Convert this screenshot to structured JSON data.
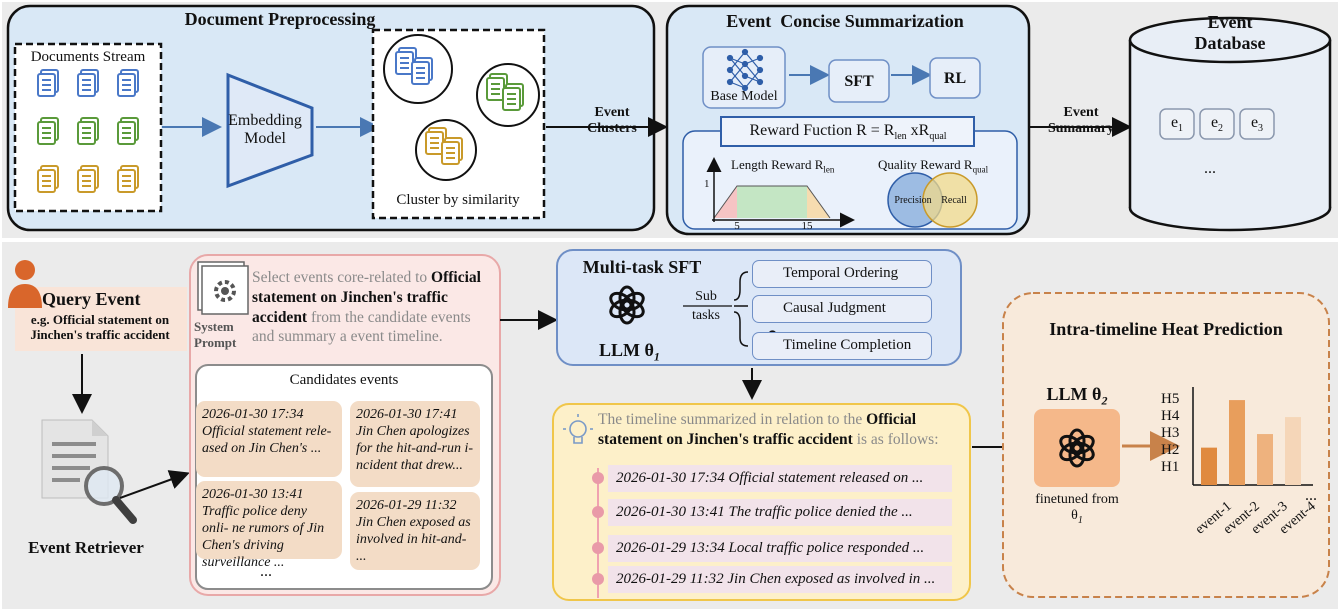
{
  "top": {
    "preprocessing": {
      "title": "Document Preprocessing",
      "stream_label": "Documents Stream",
      "embedding_label": "Embedding Model",
      "cluster_label": "Cluster by similarity"
    },
    "event_clusters_label": "Event Clusters",
    "summarization": {
      "title": "Event  Concise Summarization",
      "base_model": "Base Model",
      "sft": "SFT",
      "rl": "RL",
      "reward_function": "Reward Fuction R = R",
      "reward_len_sub": "len",
      "reward_x": " xR",
      "reward_qual_sub": "qual",
      "length_reward": "Length Reward R",
      "length_reward_sub": "len",
      "quality_reward": "Quality Reward R",
      "quality_reward_sub": "qual",
      "y_tick": "1",
      "x_tick_5": "5",
      "x_tick_15": "15",
      "precision": "Precision",
      "recall": "Recall"
    },
    "event_summary_label": "Event Sumamary",
    "database": {
      "title": "Event Database",
      "items": [
        "e",
        "e",
        "e"
      ],
      "item_subs": [
        "1",
        "2",
        "3"
      ],
      "more": "..."
    }
  },
  "bottom": {
    "query": {
      "title": "Query Event",
      "example": "e.g. Official statement on Jinchen's traffic accident"
    },
    "retriever_label": "Event Retriever",
    "system_prompt": {
      "label": "System Prompt",
      "text_before": "Select events core-related to ",
      "text_bold": "Official statement on Jinchen's traffic accident",
      "text_after": " from the candidate events and summary a event timeline."
    },
    "candidates": {
      "title": "Candidates events",
      "events": [
        "2026-01-30 17:34 Official statement rele- ased on Jin Chen's ...",
        "2026-01-30 17:41 Jin Chen apologizes for the hit-and-run i- ncident that drew...",
        "2026-01-30 13:41 Traffic police deny onli- ne rumors of Jin Chen's driving surveillance ...",
        "2026-01-29 11:32 Jin Chen exposed as involved in hit-and- ..."
      ],
      "more": "..."
    },
    "multitask": {
      "title": "Multi-task SFT",
      "llm_label": "LLM θ",
      "llm_sub": "1",
      "subtasks_label": "Sub tasks",
      "tasks": [
        "Temporal Ordering",
        "Causal Judgment",
        "Timeline Completion"
      ]
    },
    "timeline": {
      "intro_before": "The timeline summarized in relation to the ",
      "intro_bold": "Official statement on Jinchen's traffic accident",
      "intro_after": " is as follows:",
      "entries": [
        "2026-01-30 17:34  Official statement released on ...",
        "2026-01-30 13:41 The traffic police denied the ...",
        "2026-01-29 13:34 Local traffic police responded ...",
        "2026-01-29 11:32 Jin Chen exposed as involved in ..."
      ]
    },
    "heat": {
      "title": "Intra-timeline Heat Prediction",
      "llm_label": "LLM θ",
      "llm_sub": "2",
      "finetuned": "finetuned from θ",
      "finetuned_sub": "1",
      "y_labels": [
        "H5",
        "H4",
        "H3",
        "H2",
        "H1"
      ],
      "x_labels": [
        "event-1",
        "event-2",
        "event-3",
        "event-4"
      ],
      "bar_levels": [
        2.2,
        5,
        3,
        4
      ],
      "more": "..."
    }
  }
}
